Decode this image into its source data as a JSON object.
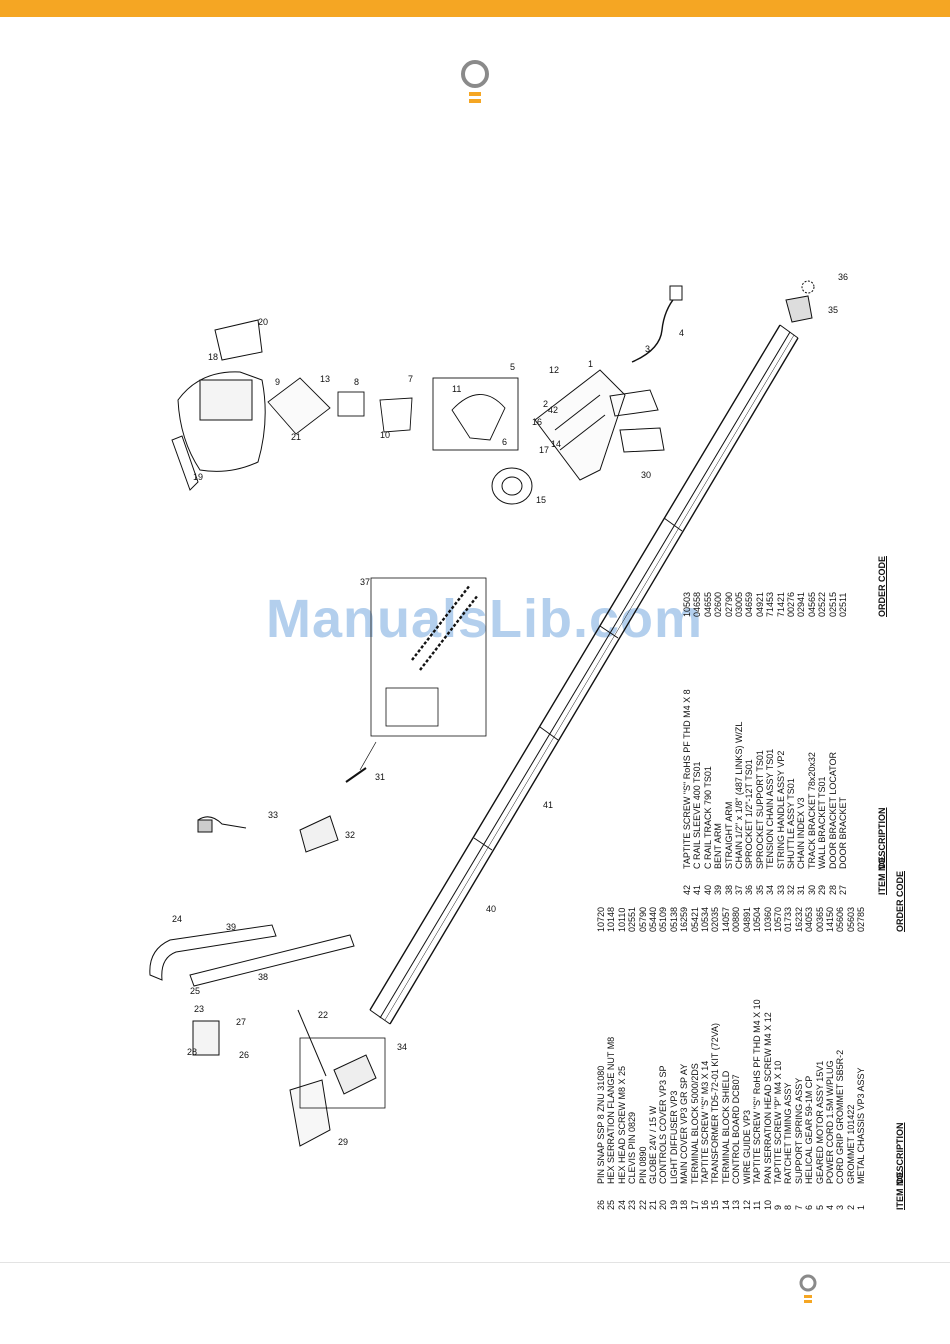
{
  "header": {
    "accent_color": "#f5a623",
    "logo_icon": "bulb-logo-icon"
  },
  "watermark": "ManualsLib.com",
  "diagram_callouts": [
    "1",
    "2",
    "3",
    "4",
    "5",
    "6",
    "7",
    "8",
    "9",
    "10",
    "11",
    "12",
    "13",
    "14",
    "15",
    "16",
    "17",
    "18",
    "19",
    "20",
    "21",
    "22",
    "23",
    "24",
    "25",
    "26",
    "27",
    "28",
    "29",
    "30",
    "31",
    "32",
    "33",
    "34",
    "35",
    "36",
    "37",
    "38",
    "39",
    "40",
    "41",
    "42"
  ],
  "table_left": {
    "header_item": "ITEM NO.",
    "header_desc": "DESCRIPTION",
    "header_code": "ORDER CODE",
    "rows": [
      {
        "item": "26",
        "desc": "PIN SNAP SSP 8 ZNU 31080",
        "code": "10720"
      },
      {
        "item": "25",
        "desc": "HEX SERRATION FLANGE NUT M8",
        "code": "10148"
      },
      {
        "item": "24",
        "desc": "HEX HEAD SCREW M8 X 25",
        "code": "10110"
      },
      {
        "item": "23",
        "desc": "CLEVIS PIN 0829",
        "code": "02551"
      },
      {
        "item": "22",
        "desc": "PIN 0890",
        "code": "05790"
      },
      {
        "item": "21",
        "desc": "GLOBE 24V / 15 W",
        "code": "05440"
      },
      {
        "item": "20",
        "desc": "CONTROLS COVER VP3 SP",
        "code": "05109"
      },
      {
        "item": "19",
        "desc": "LIGHT DIFFUSER VP3",
        "code": "05138"
      },
      {
        "item": "18",
        "desc": "MAIN COVER VP3 GR SP AY",
        "code": "16259"
      },
      {
        "item": "17",
        "desc": "TERMINAL BLOCK 5000/2DS",
        "code": "05421"
      },
      {
        "item": "16",
        "desc": "TAPTITE SCREW \"S\" M3 X 14",
        "code": "10534"
      },
      {
        "item": "15",
        "desc": "TRANSFORMER TD5-72-01 KIT (72VA)",
        "code": "02035"
      },
      {
        "item": "14",
        "desc": "TERMINAL BLOCK SHIELD",
        "code": "14057"
      },
      {
        "item": "13",
        "desc": "CONTROL BOARD DCB07",
        "code": "00880"
      },
      {
        "item": "12",
        "desc": "WIRE GUIDE VP3",
        "code": "04891"
      },
      {
        "item": "11",
        "desc": "TAPTITE SCREW \"S\" RoHS PF THD M4 X 10",
        "code": "10504"
      },
      {
        "item": "10",
        "desc": "PAN SERRATION HEAD SCREW M4 X 12",
        "code": "10360"
      },
      {
        "item": "9",
        "desc": "TAPTITE SCREW \"P\" M4 X 10",
        "code": "10570"
      },
      {
        "item": "8",
        "desc": "RATCHET TIMING ASSY",
        "code": "01733"
      },
      {
        "item": "7",
        "desc": "SUPPORT SPRING ASSY",
        "code": "16232"
      },
      {
        "item": "6",
        "desc": "HELICAL GEAR 59-1M CP",
        "code": "04053"
      },
      {
        "item": "5",
        "desc": "GEARED MOTOR ASSY 15V1",
        "code": "00365"
      },
      {
        "item": "4",
        "desc": "POWER CORD 1.5M W/PLUG",
        "code": "14150"
      },
      {
        "item": "3",
        "desc": "CORD GRIP GROMMET SB5R-2",
        "code": "05606"
      },
      {
        "item": "2",
        "desc": "GROMMET 101422",
        "code": "05603"
      },
      {
        "item": "1",
        "desc": "METAL CHASSIS VP3 ASSY",
        "code": "02785"
      }
    ]
  },
  "table_right": {
    "header_item": "ITEM NO.",
    "header_desc": "DESCRIPTION",
    "header_code": "ORDER CODE",
    "rows": [
      {
        "item": "42",
        "desc": "TAPTITE SCREW \"S\" RoHS PF THD M4 X 8",
        "code": "10503"
      },
      {
        "item": "41",
        "desc": "C RAIL SLEEVE 400 TS01",
        "code": "04658"
      },
      {
        "item": "40",
        "desc": "C RAIL TRACK 790 TS01",
        "code": "04655"
      },
      {
        "item": "39",
        "desc": "BENT ARM",
        "code": "02600"
      },
      {
        "item": "38",
        "desc": "STRAIGHT ARM",
        "code": "02790"
      },
      {
        "item": "37",
        "desc": "CHAIN 1/2\" x 1/8\" (487 LINKS) W/ZL",
        "code": "03005"
      },
      {
        "item": "36",
        "desc": "SPROCKET 1/2\"-12T TS01",
        "code": "04659"
      },
      {
        "item": "35",
        "desc": "SPROCKET SUPPORT TS01",
        "code": "04921"
      },
      {
        "item": "34",
        "desc": "TENSION CHAIN ASSY TS01",
        "code": "71453"
      },
      {
        "item": "33",
        "desc": "STRING HANDLE ASSY VP2",
        "code": "71421"
      },
      {
        "item": "32",
        "desc": "SHUTTLE ASSY TS01",
        "code": "00276"
      },
      {
        "item": "31",
        "desc": "CHAIN INDEX V3",
        "code": "02941"
      },
      {
        "item": "30",
        "desc": "TRACK BRACKET 78x20x32",
        "code": "04565"
      },
      {
        "item": "29",
        "desc": "WALL BRACKET TS01",
        "code": "02522"
      },
      {
        "item": "28",
        "desc": "DOOR BRACKET LOCATOR",
        "code": "02515"
      },
      {
        "item": "27",
        "desc": "DOOR BRACKET",
        "code": "02511"
      }
    ]
  }
}
